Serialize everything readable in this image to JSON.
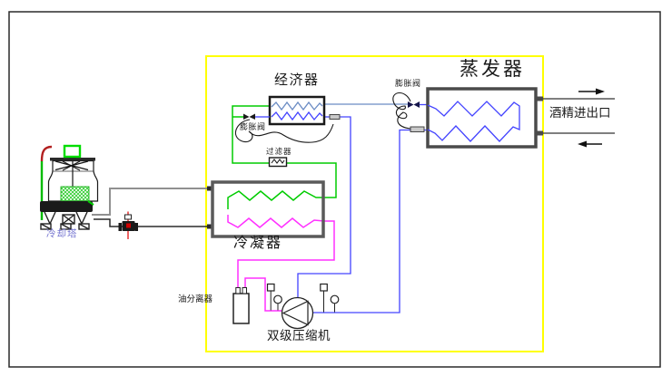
{
  "components": {
    "cooling_tower": {
      "label": "冷却塔"
    },
    "condenser": {
      "label": "冷凝器"
    },
    "filter": {
      "label": "过滤器"
    },
    "economizer": {
      "label": "经济器"
    },
    "economizer_expansion_valve": {
      "label": "膨胀阀"
    },
    "evaporator": {
      "label": "蒸发器"
    },
    "evaporator_expansion_valve": {
      "label": "膨胀阀"
    },
    "alcohol_port": {
      "label": "酒精进出口",
      "top_arrow_direction": "right",
      "bottom_arrow_direction": "left"
    },
    "oil_separator": {
      "label": "油分离器"
    },
    "compressor": {
      "label": "双级压缩机"
    }
  },
  "colors": {
    "boundary_box_yellow": "#FFFF00",
    "liquid_line_green": "#00CC00",
    "discharge_line_magenta": "#FF30FF",
    "suction_line_blue": "#4343FF",
    "subcooled_line_steelblue": "#6B8CC4",
    "water_return_gray": "#909090",
    "water_supply_black": "#2A2A2A",
    "pump_axis_red": "#E00000",
    "tower_label_blue": "#7474D0"
  }
}
